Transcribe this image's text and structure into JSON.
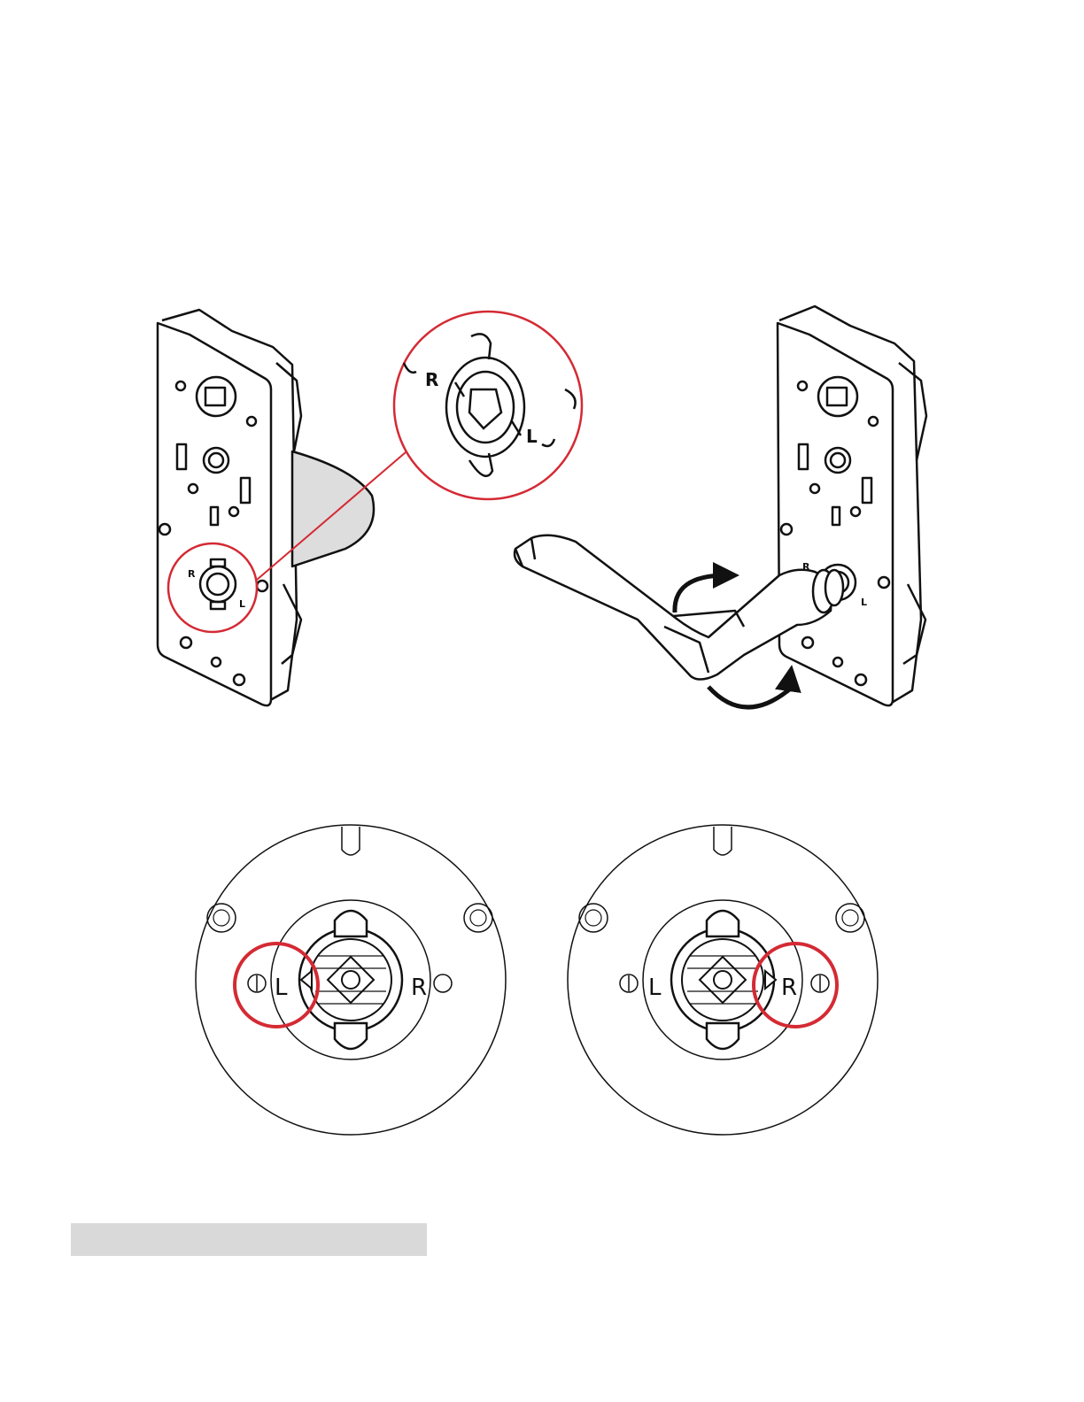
{
  "figure": {
    "labels": {
      "right": "R",
      "left": "L"
    },
    "colors": {
      "line": "#111111",
      "highlight": "#d42a34",
      "caption_bar": "#d9d9d9"
    },
    "icons": [
      "chassis-left",
      "zoom-callout",
      "chassis-right",
      "lever-handle",
      "rotate-arrow-icon",
      "rose-left-setting",
      "rose-right-setting"
    ]
  },
  "caption": {
    "text": ""
  }
}
